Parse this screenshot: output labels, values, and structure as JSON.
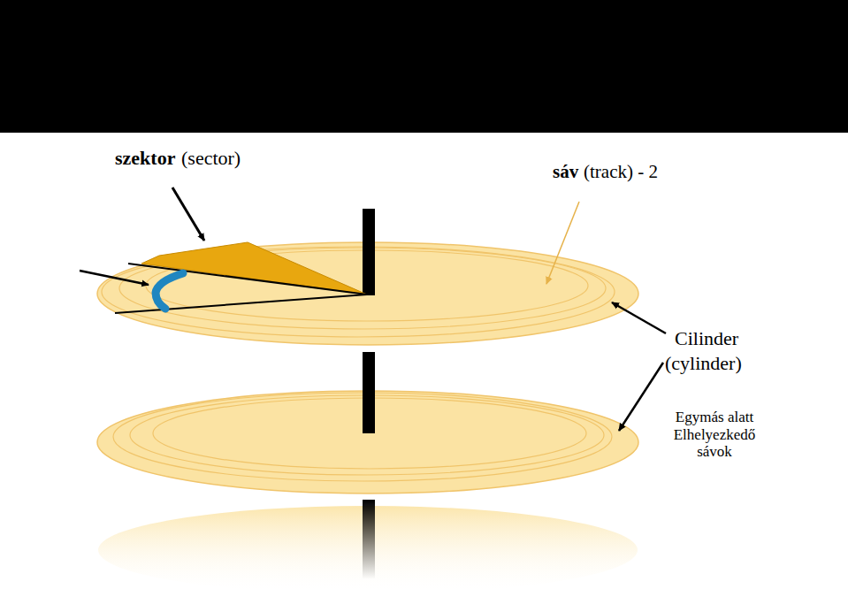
{
  "diagram": {
    "labels": [
      "szektor",
      "(sector)",
      "sáv",
      "(track) - 2",
      "Cilinder",
      "(cylinder)",
      "Egymás alatt Elhelyezkedő sávok"
    ]
  }
}
